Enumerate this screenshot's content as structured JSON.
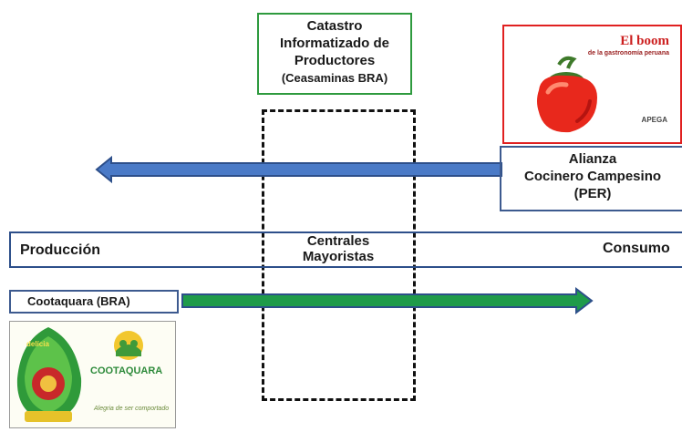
{
  "catastro": {
    "line1": "Catastro",
    "line2": "Informatizado de",
    "line3": "Productores",
    "line4": "(Ceasaminas BRA)"
  },
  "centrales": {
    "line1": "Centrales",
    "line2": "Mayoristas"
  },
  "band": {
    "left": "Producción",
    "right": "Consumo"
  },
  "alianza": {
    "line1": "Alianza",
    "line2": "Cocinero Campesino",
    "line3": "(PER)"
  },
  "cootaquara": {
    "label": "Cootaquara (BRA)"
  },
  "boom_image": {
    "title": "El boom",
    "subtitle": "de la gastronomía peruana",
    "logo": "APEGA"
  },
  "coota_image": {
    "brand": "COOTAQUARA",
    "slogan": "Alegria de ser comportado",
    "product": "delícia"
  },
  "colors": {
    "blue_arrow": "#4a7ac7",
    "green_arrow": "#1f9b4a",
    "band_border": "#2d4f8a",
    "catastro_border": "#2e9a3e",
    "boom_border": "#e02020"
  }
}
